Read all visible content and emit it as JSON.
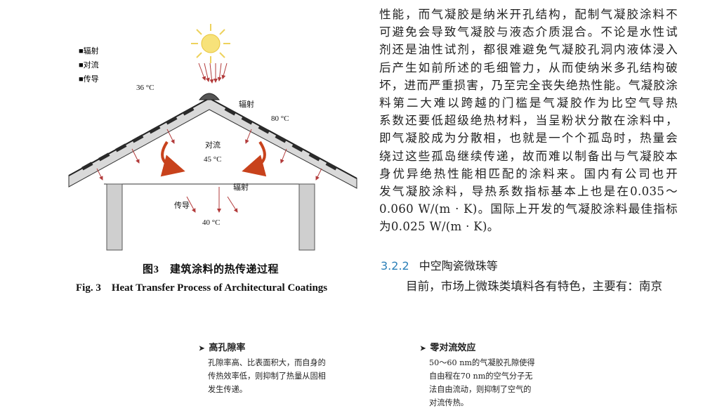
{
  "figure": {
    "legend": [
      "■辐射",
      "■对流",
      "■传导"
    ],
    "labels": {
      "temp_top_left": "36 °C",
      "radiation_top": "辐射",
      "temp_top_right": "80 °C",
      "convection": "对流",
      "temp_mid": "45 °C",
      "radiation_mid": "辐射",
      "conduction": "传导",
      "temp_bottom": "40 °C"
    },
    "caption_cn": "图3　建筑涂料的热传递过程",
    "caption_en": "Fig. 3　Heat Transfer Process of Architectural Coatings"
  },
  "body_lines": [
    "性能，而气凝胶是纳米开孔结构，配制气凝胶涂料不",
    "可避免会导致气凝胶与液态介质混合。不论是水性试",
    "剂还是油性试剂，都很难避免气凝胶孔洞内液体浸入",
    "后产生如前所述的毛细管力，从而使纳米多孔结构破",
    "坏，进而严重损害，乃至完全丧失绝热性能。气凝胶涂",
    "料第二大难以跨越的门槛是气凝胶作为比空气导热",
    "系数还要低超级绝热材料，当呈粉状分散在涂料中，",
    "即气凝胶成为分散相，也就是一个个孤岛时，热量会",
    "绕过这些孤岛继续传递，故而难以制备出与气凝胶本",
    "身优异绝热性能相匹配的涂料来。国内有公司也开",
    "发气凝胶涂料，导热系数指标基本上也是在0.035～",
    "0.060 W/(m · K)。国际上开发的气凝胶涂料最佳指标",
    "为0.025 W/(m · K)。"
  ],
  "section": {
    "number": "3.2.2",
    "title": "中空陶瓷微珠等"
  },
  "next_line": "目前，市场上微珠类填料各有特色，主要有：南京",
  "features": [
    {
      "arrow": "➤",
      "title": "高孔隙率",
      "lines": [
        "孔隙率高、比表面积大，而自身的",
        "传热效率低，则抑制了热量从固相",
        "发生传递。"
      ]
    },
    {
      "arrow": "➤",
      "title": "零对流效应",
      "lines": [
        "50～60 nm的气凝胶孔隙使得",
        "自由程在70 nm的空气分子无",
        "法自由流动，则抑制了空气的",
        "对流传热。"
      ]
    }
  ]
}
